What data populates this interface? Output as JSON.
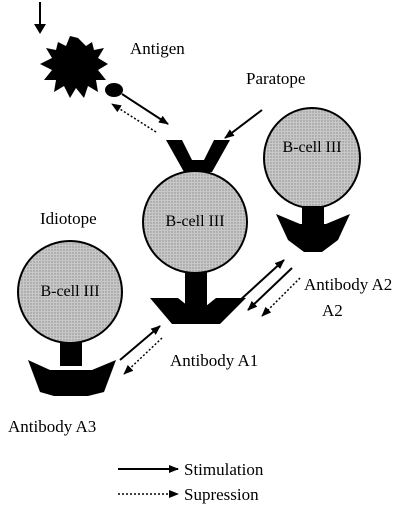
{
  "labels": {
    "antigen": "Antigen",
    "paratope": "Paratope",
    "idiotope": "Idiotope",
    "antibody_a1": "Antibody A1",
    "antibody_a2": "Antibody  A2",
    "antibody_a2_cut": "A2",
    "antibody_a3": "Antibody A3"
  },
  "cells": {
    "top_right": "B-cell III",
    "center": "B-cell III",
    "left": "B-cell III"
  },
  "legend": {
    "stimulation": "Stimulation",
    "suppression": "Supression"
  }
}
